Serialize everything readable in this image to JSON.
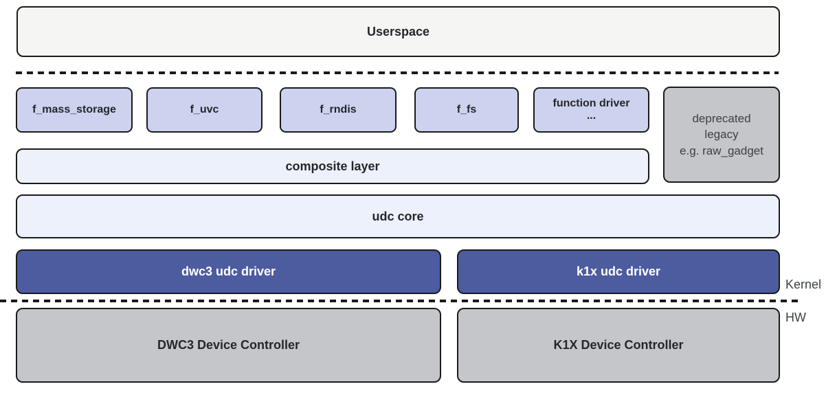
{
  "layers": {
    "userspace": {
      "label": "Userspace"
    },
    "function_row": [
      {
        "label": "f_mass_storage"
      },
      {
        "label": "f_uvc"
      },
      {
        "label": "f_rndis"
      },
      {
        "label": "f_fs"
      },
      {
        "label": "function driver",
        "sublabel": "..."
      }
    ],
    "deprecated": {
      "line1": "deprecated",
      "line2": "legacy",
      "line3": "e.g. raw_gadget"
    },
    "composite": {
      "label": "composite layer"
    },
    "udc_core": {
      "label": "udc core"
    },
    "udc_drivers": [
      {
        "label": "dwc3 udc driver"
      },
      {
        "label": "k1x udc driver"
      }
    ],
    "hw_controllers": [
      {
        "label": "DWC3 Device Controller"
      },
      {
        "label": "K1X Device Controller"
      }
    ],
    "side_labels": {
      "kernel": "Kernel",
      "hw": "HW"
    }
  },
  "colors": {
    "userspace_fill": "#f5f5f3",
    "lavender_fill": "#cdd2ee",
    "lightblue_fill": "#edf1fb",
    "darkblue_fill": "#4d5c9f",
    "gray_fill": "#c4c6c9",
    "border": "#1a1a1a",
    "text_dark": "#24272b",
    "text_gray": "#3c4146",
    "text_white": "#ffffff"
  }
}
